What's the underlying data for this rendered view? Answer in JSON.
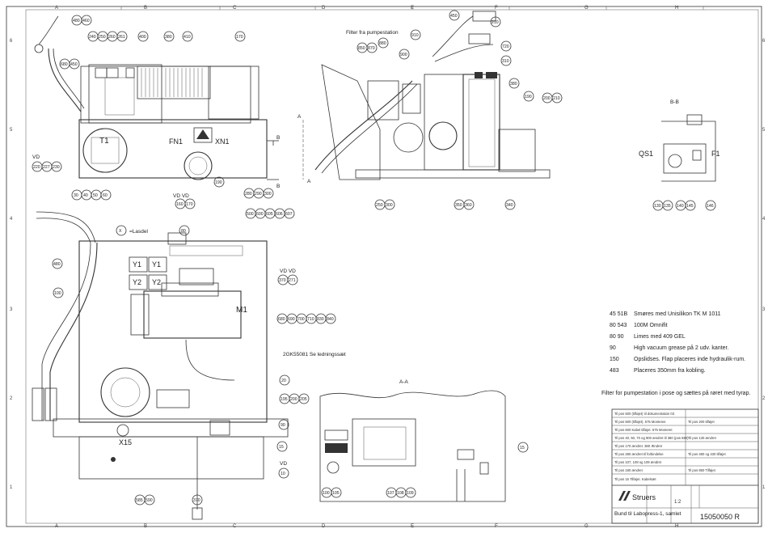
{
  "grid": {
    "columns": [
      "A",
      "B",
      "C",
      "D",
      "E",
      "F",
      "G",
      "H"
    ],
    "rows": [
      "6",
      "5",
      "4",
      "3",
      "2",
      "1"
    ]
  },
  "views": {
    "filter_label": "Filter fra pumpestation",
    "section_bb": "B-B",
    "section_aa": "A-A",
    "section_a": "A",
    "section_b": "B",
    "legend_x": "=Lasdel",
    "wire_kit": "2GK55081 Se ledningssæt"
  },
  "components": {
    "t1": "T1",
    "fn1": "FN1",
    "xn1": "XN1",
    "m1": "M1",
    "y1a": "Y1",
    "y1b": "Y1",
    "y2a": "Y2",
    "y2b": "Y2",
    "x15": "X15",
    "qs1": "QS1",
    "f1": "F1",
    "vd1": "VD",
    "vd2": "VD VD",
    "vd3": "VD VD",
    "vd4": "VD",
    "x": "X"
  },
  "callouts": [
    "480",
    "460",
    "240",
    "250",
    "260",
    "261",
    "400",
    "380",
    "410",
    "170",
    "680",
    "450",
    "220",
    "227",
    "230",
    "30",
    "40",
    "50",
    "60",
    "80",
    "160",
    "170",
    "190",
    "280",
    "290",
    "300",
    "500",
    "600",
    "605",
    "606",
    "607",
    "450",
    "210",
    "870",
    "850",
    "880",
    "900",
    "910",
    "720",
    "310",
    "380",
    "190",
    "200",
    "210",
    "250",
    "300",
    "350",
    "340",
    "360",
    "130",
    "135",
    "140",
    "145",
    "146",
    "480",
    "100",
    "370",
    "271",
    "680",
    "690",
    "700",
    "710",
    "830",
    "840",
    "20",
    "90",
    "195",
    "200",
    "205",
    "15",
    "10",
    "15",
    "100",
    "105",
    "107",
    "108",
    "109",
    "585",
    "590",
    "370"
  ],
  "notes": [
    {
      "refs": "45 51B",
      "text": "Smøres med Unisilikon TK M 1011"
    },
    {
      "refs": "80 543",
      "text": "100M Omnifit"
    },
    {
      "refs": "80 90",
      "text": "Limes med 409 GEL"
    },
    {
      "refs": "90",
      "text": "High vacuum grease på 2 udv. kanter."
    },
    {
      "refs": "150",
      "text": "Opslidses. Flap placeres inde hydraulik-rum."
    },
    {
      "refs": "483",
      "text": "Placeres 350mm fra kobling."
    }
  ],
  "filter_note": "Filter for pumpestation i pose og sættes på røret med tyrap.",
  "title_block": {
    "company": "Struers",
    "title": "Bund til Labopress-1, samlet",
    "drawing_number": "15050050 R",
    "scale": "1:2",
    "revisions": [
      "Til pos 500 (tilføjet) til dokumentation 03",
      "Til pos 500 (tilføjet). 575 Monteres",
      "Til pos 600 Kabel tilføjet. 575 Monteret",
      "Til pos 40, 50, 70 og 900 ændret til 380 (pos 680)",
      "Til pos 170 ændret. 380 Ændret",
      "Til pos 280 ændret til forbindelse",
      "Til pos 107, 108 og 109 ændret",
      "Til pos 180 ændret",
      "Til pos 15 Tilføjet. Kabelsæt"
    ],
    "revisions_right": [
      "Til pos 200 tilføjet",
      "Til pos 130 ændret",
      "Til pos 480 og 430 tilføjet",
      "Til pos 850 Tilføjet"
    ]
  }
}
